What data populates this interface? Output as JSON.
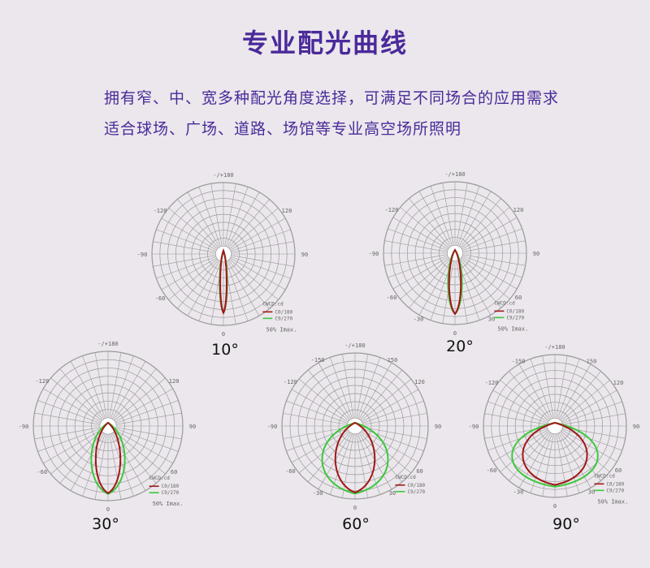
{
  "header": {
    "title": "专业配光曲线",
    "line1": "拥有窄、中、宽多种配光角度选择，可满足不同场合的应用需求",
    "line2": "适合球场、广场、道路、场馆等专业高空场所照明"
  },
  "colors": {
    "title": "#4a2a9a",
    "c0": "#a01818",
    "c90": "#3cc83c",
    "grid": "#9a9a9a"
  },
  "plots": [
    {
      "beam": "10°",
      "legend_c0": "C0/180",
      "legend_c90": "C9/270",
      "legend_unit": "CWCD:cd",
      "imax": "50% Imax.",
      "ticks": [
        "-/+180",
        "-120",
        "120",
        "-90",
        "90",
        "-60",
        "0"
      ]
    },
    {
      "beam": "20°",
      "legend_c0": "C0/180",
      "legend_c90": "C9/270",
      "legend_unit": "CWCD:cd",
      "imax": "50% Imax.",
      "ticks": [
        "-/+180",
        "-120",
        "120",
        "-90",
        "90",
        "-60",
        "60",
        "-30",
        "30",
        "0"
      ]
    },
    {
      "beam": "30°",
      "legend_c0": "C0/180",
      "legend_c90": "C9/270",
      "legend_unit": "CWCD:cd",
      "imax": "50% Imax.",
      "ticks": [
        "-/+180",
        "-120",
        "120",
        "-90",
        "90",
        "-60",
        "60",
        "0"
      ]
    },
    {
      "beam": "60°",
      "legend_c0": "C0/180",
      "legend_c90": "C9/270",
      "legend_unit": "CWCD:cd",
      "imax": "",
      "ticks": [
        "-/+180",
        "-150",
        "150",
        "-120",
        "120",
        "-90",
        "90",
        "-60",
        "60",
        "-30",
        "30",
        "0"
      ]
    },
    {
      "beam": "90°",
      "legend_c0": "C0/180",
      "legend_c90": "C9/270",
      "legend_unit": "CWCD:cd",
      "imax": "50% Imax.",
      "ticks": [
        "-/+180",
        "-150",
        "150",
        "-120",
        "120",
        "-90",
        "90",
        "-60",
        "60",
        "-30",
        "30",
        "0"
      ]
    }
  ]
}
